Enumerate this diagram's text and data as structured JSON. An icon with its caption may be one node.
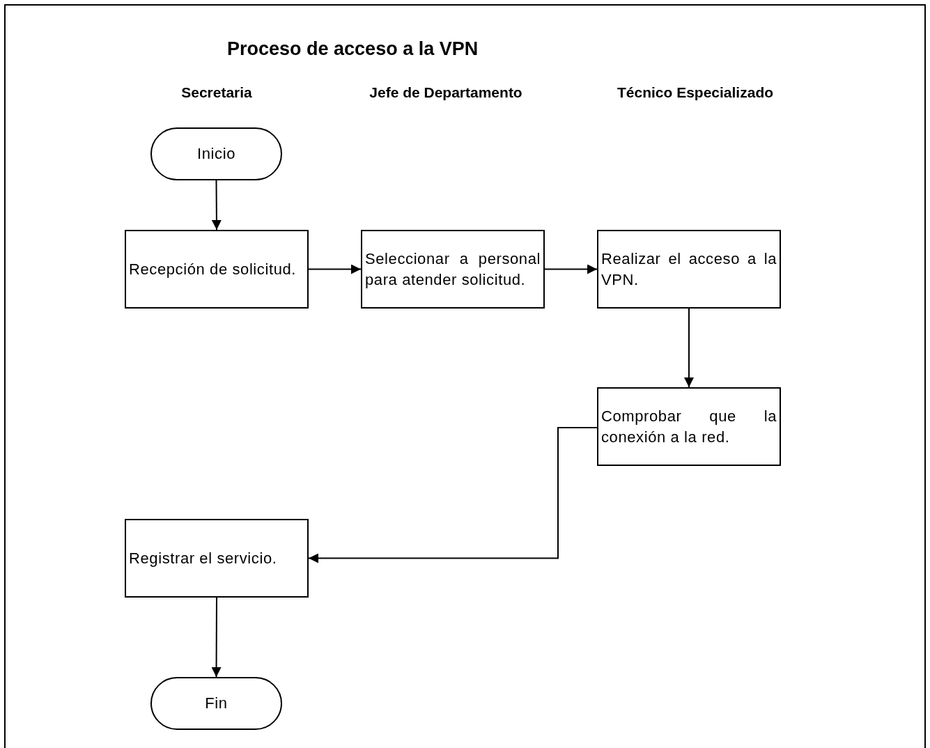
{
  "diagram": {
    "title": "Proceso de acceso a la VPN",
    "nodes": [
      {
        "text": [
          "Inicio"
        ]
      },
      {
        "text": [
          "Recepción de solicitud."
        ]
      },
      {
        "text": [
          "Seleccionar a personal para atender solicitud."
        ]
      },
      {
        "text": [
          "Realizar el acceso a la VPN."
        ]
      },
      {
        "text": [
          "Comprobar que la conexión a la red."
        ]
      },
      {
        "text": [
          "Registrar el servicio."
        ]
      },
      {
        "text": [
          "Fin"
        ]
      }
    ],
    "edges": [
      {
        "from": 0,
        "to": 1,
        "arrow": "to"
      },
      {
        "from": 1,
        "to": 2,
        "arrow": "to"
      },
      {
        "from": 2,
        "to": 3,
        "arrow": "to"
      },
      {
        "from": 3,
        "to": 4,
        "arrow": "to"
      },
      {
        "from": 4,
        "to": 5,
        "arrow": "to"
      },
      {
        "from": 5,
        "to": 6,
        "arrow": "to"
      }
    ],
    "labels": [
      "Secretaria",
      "Jefe de Departamento",
      "Técnico Especializado"
    ]
  }
}
